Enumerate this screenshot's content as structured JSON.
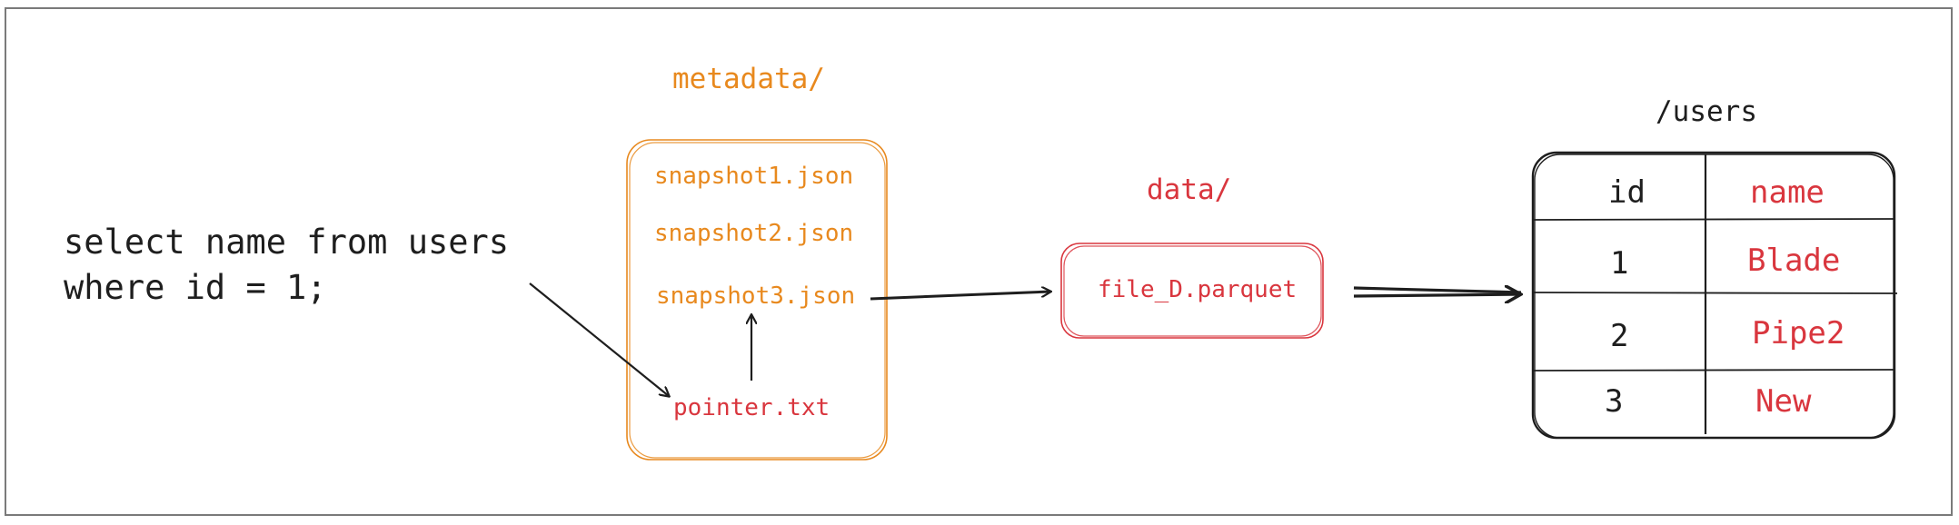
{
  "query": {
    "line1": "select name from users",
    "line2": "where id = 1;"
  },
  "metadata": {
    "label": "metadata/",
    "files": [
      "snapshot1.json",
      "snapshot2.json",
      "snapshot3.json"
    ],
    "pointer": "pointer.txt"
  },
  "data": {
    "label": "data/",
    "file": "file_D.parquet"
  },
  "users_table": {
    "title": "/users",
    "headers": [
      "id",
      "name"
    ],
    "rows": [
      {
        "id": "1",
        "name": "Blade"
      },
      {
        "id": "2",
        "name": "Pipe2"
      },
      {
        "id": "3",
        "name": "New"
      }
    ]
  },
  "colors": {
    "metadata": "#e8891e",
    "data": "#d9363e",
    "ink": "#1e1e1e",
    "frame": "#7a7a7a"
  }
}
